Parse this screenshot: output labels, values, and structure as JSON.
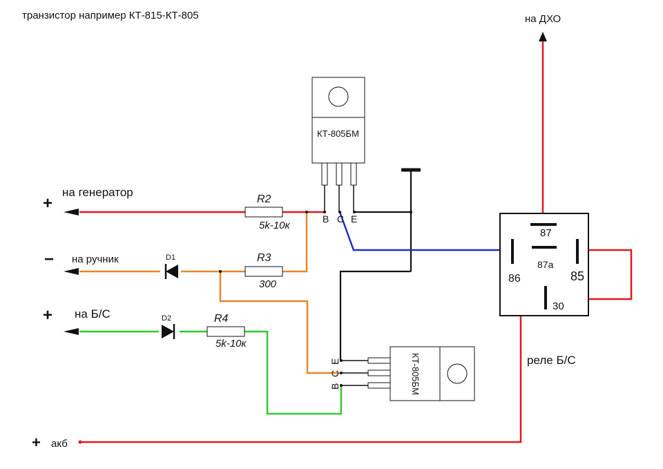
{
  "title": "транзистор  например КТ-815-КТ-805",
  "colors": {
    "red": "#e0191e",
    "orange": "#e8862a",
    "green": "#2ecc2e",
    "blue": "#1d2fb8",
    "black": "#111111",
    "component_fill": "#ffffff",
    "tab_fill": "#dcdcdc"
  },
  "terminals": {
    "generator": {
      "sign": "+",
      "label": "на генератор"
    },
    "handbrake": {
      "sign": "−",
      "label": "на ручник"
    },
    "brake_light": {
      "sign": "+",
      "label": "на  Б/С"
    },
    "battery": {
      "sign": "+",
      "label": "акб"
    },
    "drl": {
      "label": "на ДХО"
    }
  },
  "components": {
    "transistor_top": {
      "label": "КТ-805БМ",
      "pins": [
        "B",
        "C",
        "E"
      ]
    },
    "transistor_bottom": {
      "label": "КТ-805БМ",
      "pins": [
        "B",
        "C",
        "E"
      ]
    },
    "r2": {
      "name": "R2",
      "value": "5k-10к"
    },
    "r3": {
      "name": "R3",
      "value": "300"
    },
    "r4": {
      "name": "R4",
      "value": "5k-10к"
    },
    "d1": {
      "name": "D1"
    },
    "d2": {
      "name": "D2"
    },
    "relay": {
      "caption": "реле Б/С",
      "pins": {
        "p87": "87",
        "p87a": "87a",
        "p86": "86",
        "p85": "85",
        "p30": "30"
      }
    }
  }
}
